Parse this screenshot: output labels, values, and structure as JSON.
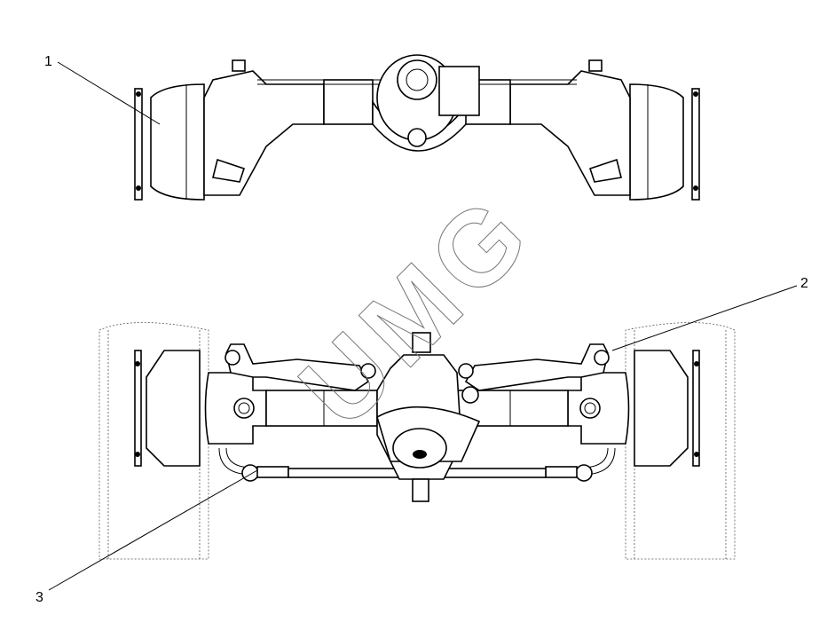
{
  "callouts": [
    {
      "number": "1"
    },
    {
      "number": "2"
    },
    {
      "number": "3"
    }
  ],
  "watermark": "UMG"
}
